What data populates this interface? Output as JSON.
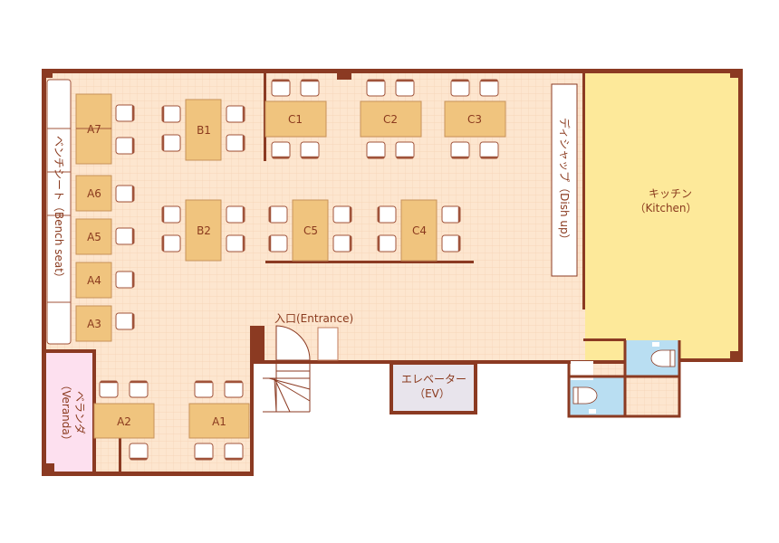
{
  "tables": {
    "A1": "A1",
    "A2": "A2",
    "A3": "A3",
    "A4": "A4",
    "A5": "A5",
    "A6": "A6",
    "A7": "A7",
    "B1": "B1",
    "B2": "B2",
    "C1": "C1",
    "C2": "C2",
    "C3": "C3",
    "C4": "C4",
    "C5": "C5"
  },
  "areas": {
    "bench_seat": "ベンチシート（Bench seat）",
    "veranda_jp": "ベランダ",
    "veranda_en": "（Veranda）",
    "dish_up": "ディシャップ（Dish up）",
    "kitchen_jp": "キッチン",
    "kitchen_en": "（Kitchen）",
    "entrance": "入口(Entrance)",
    "elevator_jp": "エレベーター",
    "elevator_en": "（EV）"
  },
  "colors": {
    "wall": "#8b3a22",
    "floor": "#fde6cf",
    "table": "#f0c47e",
    "kitchen": "#fde99a",
    "veranda": "#fde0ef",
    "toilet": "#b9def2",
    "elevator": "#e8e4ec"
  }
}
